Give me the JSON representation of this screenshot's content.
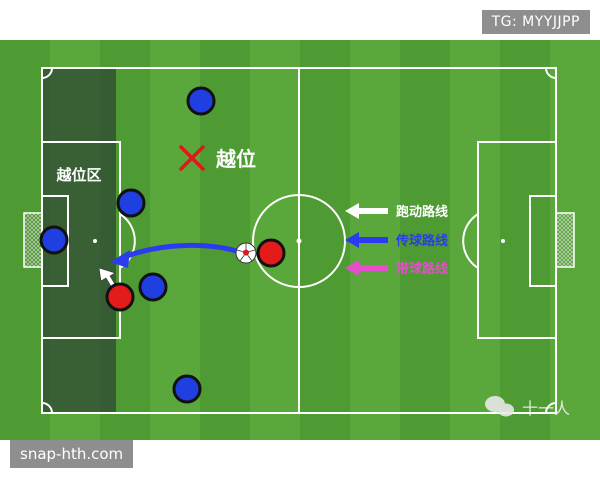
{
  "badges": {
    "top_right": "TG: MYYJJPP",
    "bottom_left": "snap-hth.com"
  },
  "diagram": {
    "offside_zone_label": "越位区",
    "offside_mark_label": "越位",
    "legend": [
      {
        "label": "跑动路线",
        "color": "#ffffff"
      },
      {
        "label": "传球路线",
        "color": "#2b3cf0"
      },
      {
        "label": "带球路线",
        "color": "#e84ccf"
      }
    ],
    "watermark": "十一人"
  },
  "colors": {
    "pitch_light": "#5fae3f",
    "pitch_dark": "#4f9a33",
    "zone_shade": "#35503a",
    "blue_team": "#1f3fe0",
    "red_team": "#e31b1b",
    "offside_cross": "#e01818",
    "pass_arrow": "#2b3cf0"
  }
}
